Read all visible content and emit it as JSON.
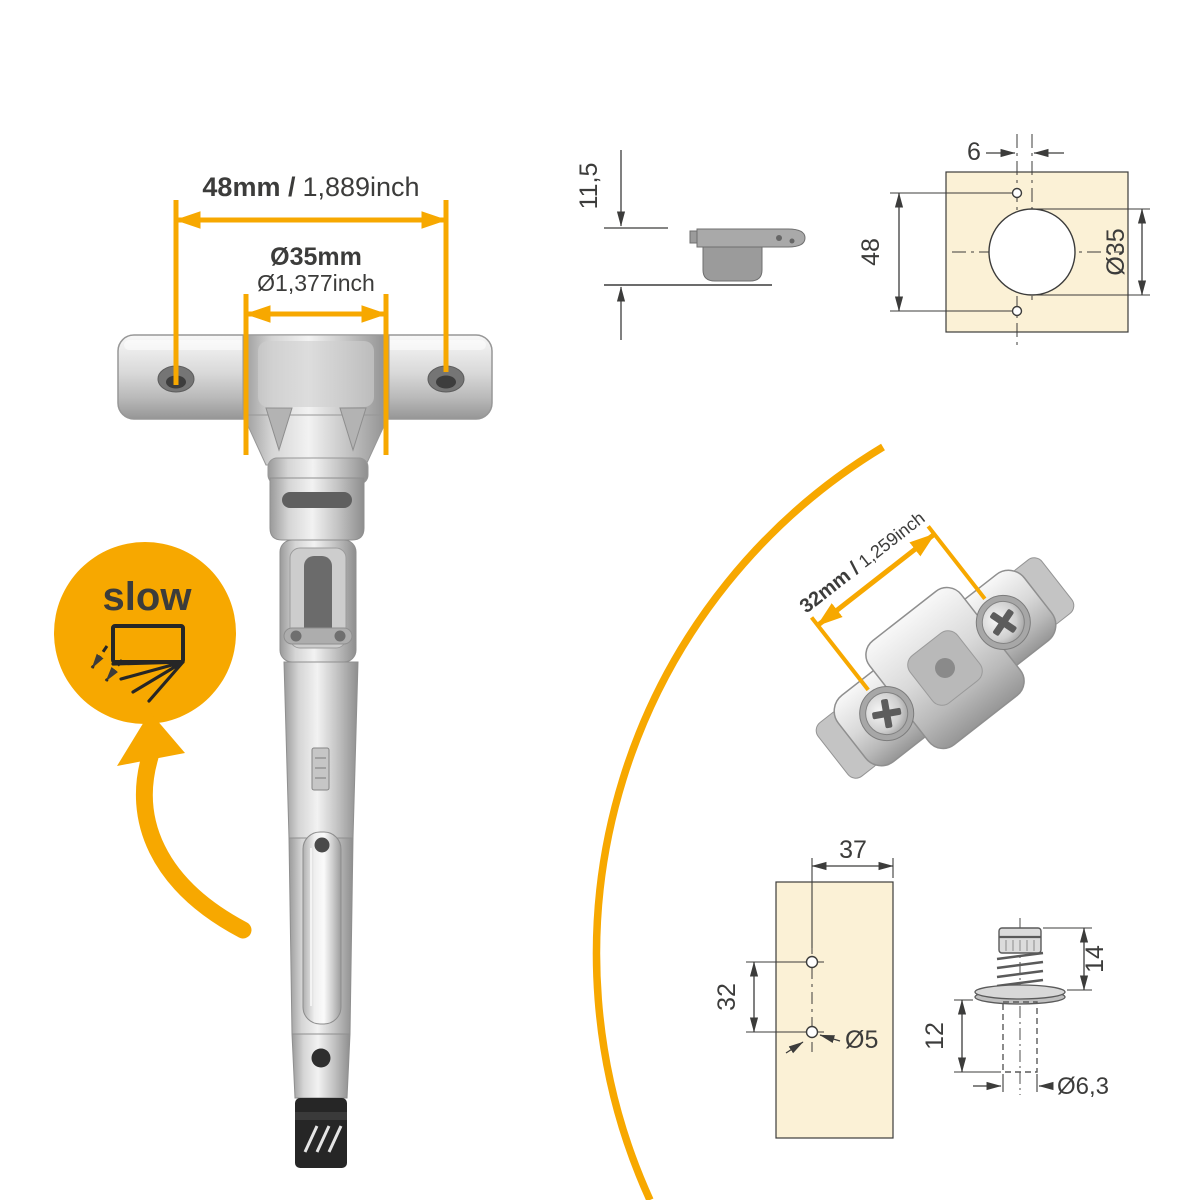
{
  "colors": {
    "accent": "#F7A800",
    "ink": "#3C3C3B",
    "cream": "#FBF1D6",
    "badge_text": "#262626"
  },
  "hinge_overview": {
    "width_dimension": {
      "bold": "48mm /",
      "light": "1,889inch"
    },
    "cup_dimension": {
      "bold": "Ø35mm",
      "light": "Ø1,377inch"
    },
    "badge_label": "slow"
  },
  "side_view": {
    "protrusion_height": "11,5"
  },
  "cup_drilling_template": {
    "hole_offset": "6",
    "screw_spacing": "48",
    "cup_diameter": "Ø35"
  },
  "mounting_plate": {
    "pitch_dimension": {
      "bold": "32mm /",
      "light": "1,259inch"
    }
  },
  "plate_drilling_template": {
    "edge_distance": "37",
    "hole_spacing": "32",
    "hole_diameter": "Ø5"
  },
  "euro_screw": {
    "upper_section": "14",
    "shank_length": "12",
    "shank_diameter": "Ø6,3"
  }
}
